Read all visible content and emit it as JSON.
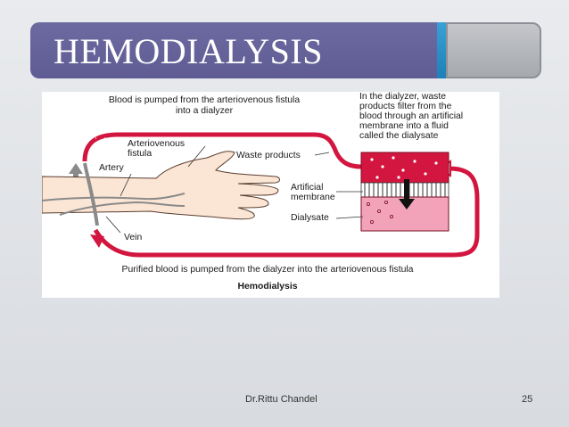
{
  "slide": {
    "title": "HEMODIALYSIS",
    "footer_author": "Dr.Rittu Chandel",
    "page_number": "25",
    "accent_color": "#5e5c93",
    "highlight_color": "#2b8fcb"
  },
  "diagram": {
    "top_caption_line1": "Blood is pumped from the arteriovenous fistula",
    "top_caption_line2": "into a dialyzer",
    "dialyzer_note": [
      "In the dialyzer, waste",
      "products filter from the",
      "blood through an artificial",
      "membrane into a fluid",
      "called the dialysate"
    ],
    "label_fistula_line1": "Arteriovenous",
    "label_fistula_line2": "fistula",
    "label_artery": "Artery",
    "label_vein": "Vein",
    "label_waste": "Waste products",
    "label_membrane_line1": "Artificial",
    "label_membrane_line2": "membrane",
    "label_dialysate": "Dialysate",
    "bottom_caption": "Purified blood is pumped from the dialyzer into the arteriovenous fistula",
    "figure_title": "Hemodialysis",
    "blood_color": "#d3163f",
    "dialysate_color": "#f2a3b9"
  }
}
